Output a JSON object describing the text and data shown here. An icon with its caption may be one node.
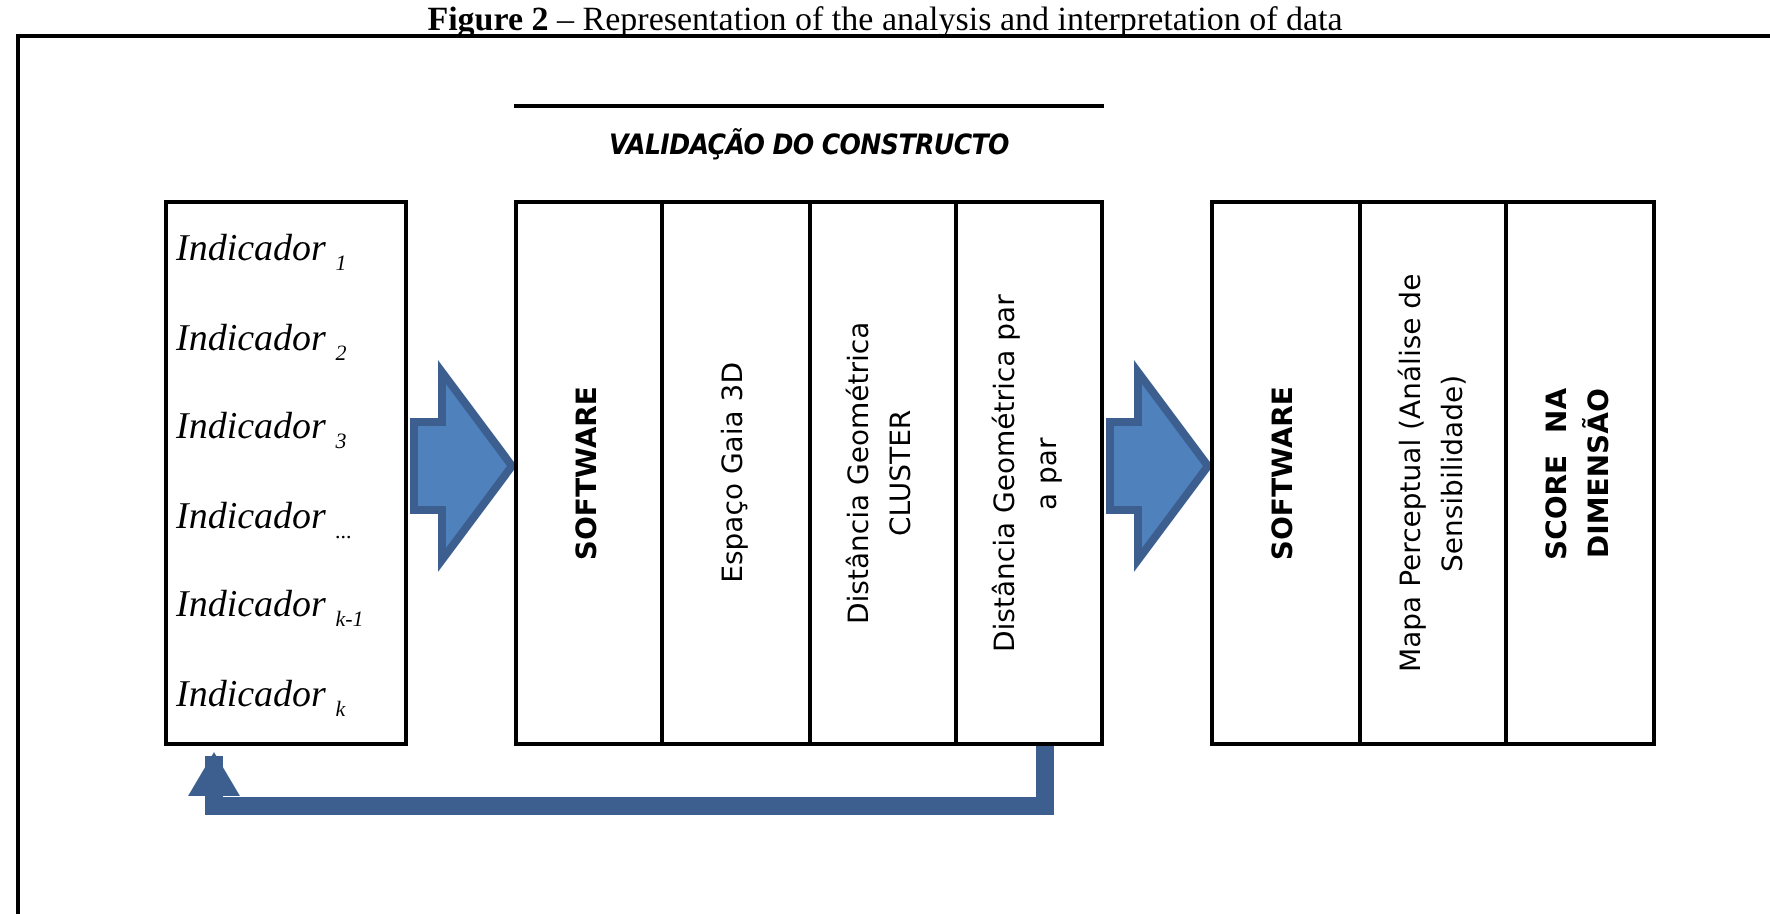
{
  "diagram": {
    "title": "**Figure 2** – Representation of the analysis and interpretation of data",
    "nodes": [
      {
        "text": [
          "Indicador $_{1}$",
          "Indicador $_{2}$",
          "Indicador $_{3}$",
          "Indicador $_{...}$",
          "Indicador $_{k-1}$",
          "Indicador $_{k}$"
        ]
      },
      {
        "text": [
          "VALIDAÇÃO DO CONSTRUCTO"
        ]
      },
      {
        "text": [
          "SOFTWARE"
        ],
        "in": 1
      },
      {
        "text": [
          "Espaço Gaia 3D"
        ],
        "in": 1
      },
      {
        "text": [
          "Distância Geométrica CLUSTER"
        ],
        "in": 1
      },
      {
        "text": [
          "Distância Geométrica par a par"
        ],
        "in": 1
      },
      {
        "text": [],
        "shape": "box"
      },
      {
        "text": [
          "SOFTWARE"
        ],
        "in": 6
      },
      {
        "text": [
          "Mapa Perceptual (Análise de Sensibilidade)"
        ],
        "in": 6
      },
      {
        "text": [
          "SCORE NA DIMENSÃO"
        ],
        "in": 6
      }
    ],
    "edges": [
      {
        "from": 0,
        "to": 1,
        "arrow": "to",
        "style": "thick"
      },
      {
        "from": 1,
        "to": 6,
        "arrow": "to",
        "style": "thick"
      },
      {
        "from": 5,
        "to": 0,
        "arrow": "to"
      }
    ]
  }
}
